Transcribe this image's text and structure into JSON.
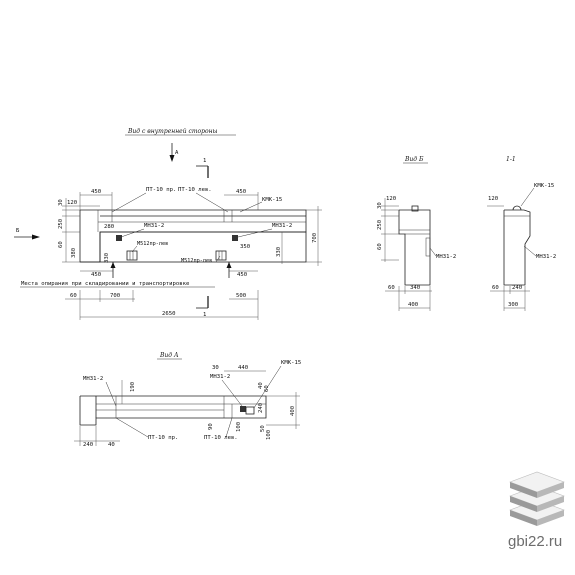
{
  "views": {
    "main": {
      "title": "Вид с внутренней стороны",
      "section_mark": "1",
      "arrow_a": "А",
      "arrow_b": "Б",
      "support_note": "Места опирания при складировании и транспортировке",
      "labels": {
        "pt10_pr": "ПТ-10 пр.",
        "pt10_lev": "ПТ-10 лев.",
        "kmk15": "КМК-15",
        "mn31_2_a": "МН31-2",
        "mn31_2_b": "МН31-2",
        "m512_a": "М512пр-лев",
        "m512_b": "М512пр-лев"
      },
      "dims": {
        "d450_tl": "450",
        "d120": "120",
        "d30": "30",
        "d250": "250",
        "d60": "60",
        "d380": "380",
        "d280": "280",
        "d330_a": "330",
        "d450_bl": "450",
        "d700_b": "700",
        "d60_b": "60",
        "d2650": "2650",
        "d450_tr": "450",
        "d700_r": "700",
        "d330_r": "330",
        "d350": "350",
        "d450_br": "450",
        "d500": "500"
      }
    },
    "view_b": {
      "title": "Вид Б",
      "label": "МН31-2",
      "dims": {
        "d120": "120",
        "d30": "30",
        "d250": "250",
        "d60": "60",
        "d60b": "60",
        "d340": "340",
        "d400": "400"
      }
    },
    "section_1_1": {
      "title": "1-1",
      "labels": {
        "kmk15": "КМК-15",
        "mn31_2": "МН31-2"
      },
      "dims": {
        "d120": "120",
        "d60": "60",
        "d240": "240",
        "d300": "300"
      }
    },
    "view_a": {
      "title": "Вид А",
      "labels": {
        "mn31_2_l": "МН31-2",
        "mn31_2_r": "МН31-2",
        "kmk15": "КМК-15",
        "pt10_pr": "ПТ-10 пр.",
        "pt10_lev": "ПТ-10 лев."
      },
      "dims": {
        "d190": "190",
        "d30": "30",
        "d440": "440",
        "d40": "40",
        "d60": "60",
        "d240_v": "240",
        "d400": "400",
        "d90": "90",
        "d100": "100",
        "d50": "50",
        "d100_b": "100",
        "d240": "240",
        "d40_b": "40"
      }
    }
  },
  "brand": {
    "site": "gbi22.ru",
    "icon": "stacked-slabs-icon",
    "color_text": "#6d6d6d",
    "color_slab_top": "#f2f2f2",
    "color_slab_side": "#9a9a9a"
  }
}
